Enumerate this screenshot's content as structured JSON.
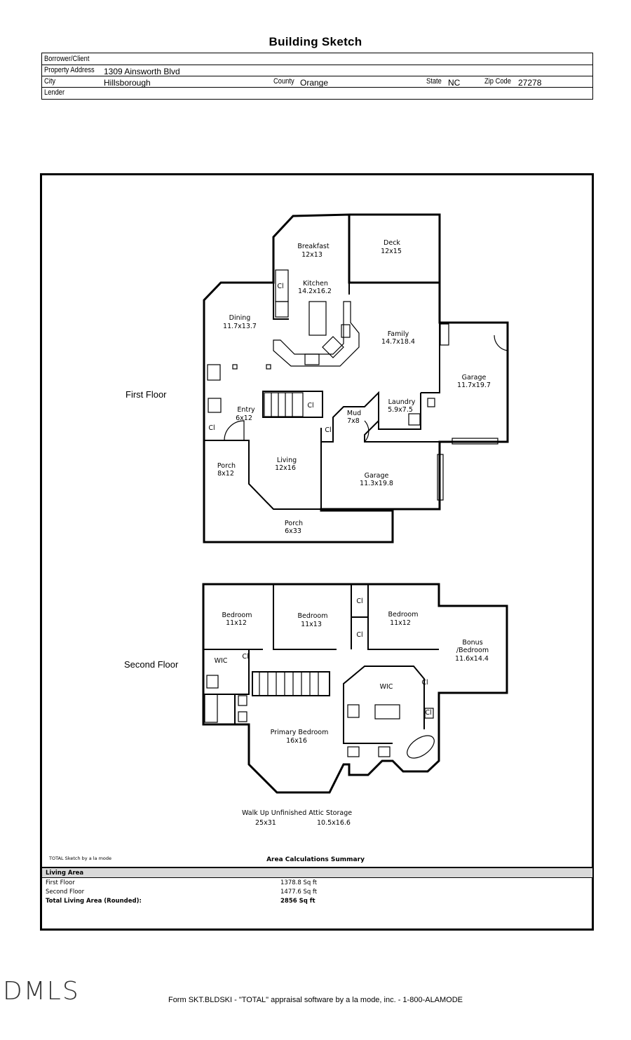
{
  "title": "Building Sketch",
  "header": {
    "borrower_label": "Borrower/Client",
    "borrower_value": "",
    "address_label": "Property Address",
    "address_value": "1309 Ainsworth Blvd",
    "city_label": "City",
    "city_value": "Hillsborough",
    "county_label": "County",
    "county_value": "Orange",
    "state_label": "State",
    "state_value": "NC",
    "zip_label": "Zip Code",
    "zip_value": "27278",
    "lender_label": "Lender",
    "lender_value": ""
  },
  "floors": {
    "first": "First Floor",
    "second": "Second Floor"
  },
  "rooms": {
    "breakfast": {
      "name": "Breakfast",
      "dims": "12x13"
    },
    "deck": {
      "name": "Deck",
      "dims": "12x15"
    },
    "kitchen": {
      "name": "Kitchen",
      "dims": "14.2x16.2"
    },
    "dining": {
      "name": "Dining",
      "dims": "11.7x13.7"
    },
    "family": {
      "name": "Family",
      "dims": "14.7x18.4"
    },
    "garage1": {
      "name": "Garage",
      "dims": "11.7x19.7"
    },
    "entry": {
      "name": "Entry",
      "dims": "6x12"
    },
    "laundry": {
      "name": "Laundry",
      "dims": "5.9x7.5"
    },
    "mud": {
      "name": "Mud",
      "dims": "7x8"
    },
    "porch1": {
      "name": "Porch",
      "dims": "8x12"
    },
    "living": {
      "name": "Living",
      "dims": "12x16"
    },
    "garage2": {
      "name": "Garage",
      "dims": "11.3x19.8"
    },
    "porch2": {
      "name": "Porch",
      "dims": "6x33"
    },
    "bed1": {
      "name": "Bedroom",
      "dims": "11x12"
    },
    "bed2": {
      "name": "Bedroom",
      "dims": "11x13"
    },
    "bed3": {
      "name": "Bedroom",
      "dims": "11x12"
    },
    "bonus": {
      "name1": "Bonus",
      "name2": "/Bedroom",
      "dims": "11.6x14.4"
    },
    "wic1": {
      "name": "WIC"
    },
    "wic2": {
      "name": "WIC"
    },
    "primary": {
      "name": "Primary Bedroom",
      "dims": "16x16"
    }
  },
  "closet_label": "Cl",
  "attic": {
    "label": "Walk Up Unfinished Attic Storage",
    "dims1": "25x31",
    "dims2": "10.5x16.6"
  },
  "credit": "TOTAL Sketch by a la mode",
  "area_title": "Area Calculations Summary",
  "area": {
    "heading": "Living Area",
    "rows": [
      {
        "label": "First Floor",
        "value": "1378.8 Sq ft"
      },
      {
        "label": "Second Floor",
        "value": "1477.6 Sq ft"
      },
      {
        "label": "Total Living Area (Rounded):",
        "value": "2856 Sq ft"
      }
    ]
  },
  "watermark": "DMLS",
  "footer": "Form SKT.BLDSKI - \"TOTAL\" appraisal software by a la mode, inc. - 1-800-ALAMODE"
}
